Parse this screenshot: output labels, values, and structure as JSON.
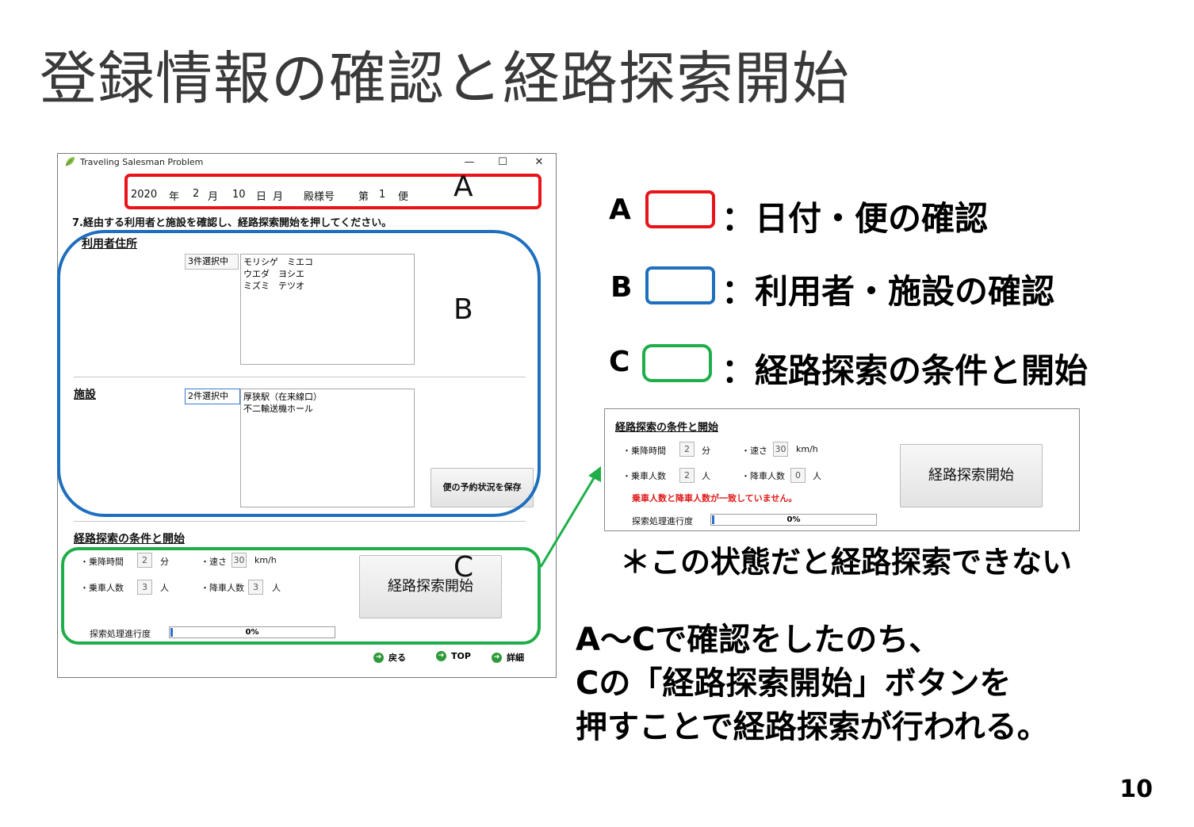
{
  "slide": {
    "title": "登録情報の確認と経路探索開始",
    "page_number": "10"
  },
  "window": {
    "title": "Traveling Salesman Problem",
    "minimize": "—",
    "maximize": "☐",
    "close": "✕",
    "header": {
      "year": "2020",
      "year_unit": "年",
      "month": "2",
      "month_unit": "月",
      "day": "10",
      "day_unit": "日",
      "weekday": "月",
      "vehicle_label": "殿様号",
      "trip_prefix": "第",
      "trip": "1",
      "trip_unit": "便"
    },
    "instruction": "7.経由する利用者と施設を確認し、経路探索開始を押してください。",
    "users": {
      "heading": "利用者住所",
      "selected_label": "3件選択中",
      "items": [
        "モリシゲ　ミエコ",
        "ウエダ　ヨシエ",
        "ミズミ　テツオ"
      ]
    },
    "facilities": {
      "heading": "施設",
      "selected_label": "2件選択中",
      "items": [
        "厚狭駅（在来線口）",
        "不二輸送機ホール"
      ]
    },
    "save_button": "便の予約状況を保存",
    "search": {
      "heading": "経路探索の条件と開始",
      "boarding_time_label": "・乗降時間",
      "boarding_time": "2",
      "boarding_time_unit": "分",
      "speed_label": "・速さ",
      "speed": "30",
      "speed_unit": "km/h",
      "riders_label": "・乗車人数",
      "riders": "3",
      "riders_unit": "人",
      "alighting_label": "・降車人数",
      "alighting": "3",
      "alighting_unit": "人",
      "start_button": "経路探索開始",
      "progress_label": "探索処理進行度",
      "progress_text": "0%",
      "progress_value": 0
    },
    "nav": {
      "back": "戻る",
      "top": "TOP",
      "detail": "詳細"
    }
  },
  "callouts": {
    "a": "A",
    "b": "B",
    "c": "C"
  },
  "legend": [
    {
      "letter": "A",
      "text": "：日付・便の確認",
      "color": "#e8141a"
    },
    {
      "letter": "B",
      "text": "：利用者・施設の確認",
      "color": "#1e6fbd"
    },
    {
      "letter": "C",
      "text": "：経路探索の条件と開始",
      "color": "#1fae4a"
    }
  ],
  "inset": {
    "heading": "経路探索の条件と開始",
    "boarding_time_label": "・乗降時間",
    "boarding_time": "2",
    "boarding_time_unit": "分",
    "speed_label": "・速さ",
    "speed": "30",
    "speed_unit": "km/h",
    "riders_label": "・乗車人数",
    "riders": "2",
    "riders_unit": "人",
    "alighting_label": "・降車人数",
    "alighting": "0",
    "alighting_unit": "人",
    "warning": "乗車人数と降車人数が一致していません。",
    "start_button": "経路探索開始",
    "progress_label": "探索処理進行度",
    "progress_text": "0%",
    "progress_value": 0
  },
  "note": "＊この状態だと経路探索できない",
  "explanation": [
    "A～Cで確認をしたのち、",
    "Cの「経路探索開始」ボタンを",
    "押すことで経路探索が行われる。"
  ],
  "colors": {
    "red": "#e8141a",
    "blue": "#1e6fbd",
    "green": "#1fae4a",
    "warning": "#e01b1b",
    "progress": "#2c6fcc"
  }
}
